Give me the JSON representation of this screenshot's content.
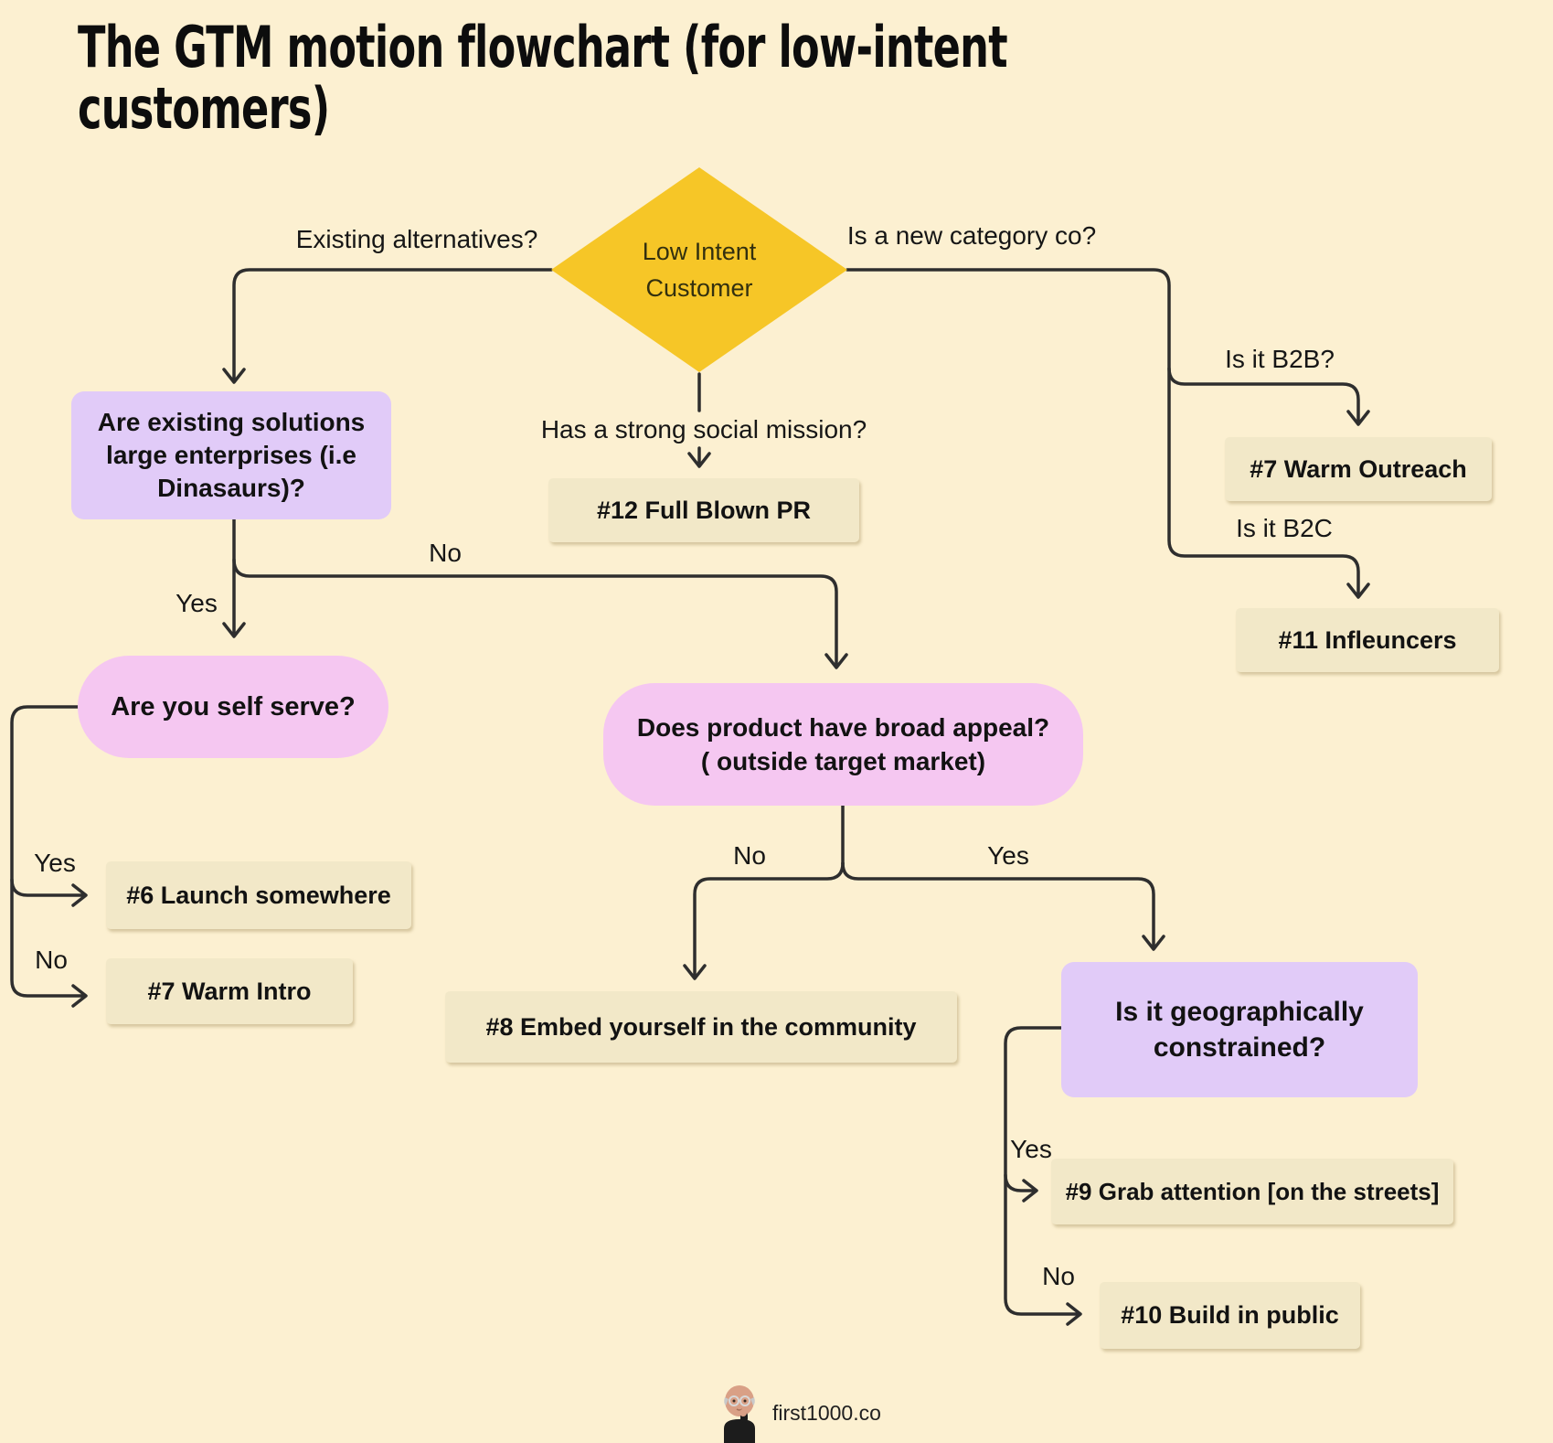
{
  "title_lines": [
    "The GTM motion flowchart (for low-intent",
    "customers)"
  ],
  "colors": {
    "background": "#FCF0D1",
    "diamond_yellow": "#F6C627",
    "question_purple": "#E1CBF8",
    "question_pink": "#F5C7F1",
    "action_tan": "#F2E8C8",
    "line": "#2E2E2E"
  },
  "flowchart": {
    "start_node": {
      "lines": [
        "Low Intent",
        "Customer"
      ]
    },
    "nodes": {
      "q_enterprises": {
        "lines": [
          "Are existing solutions",
          "large enterprises (i.e",
          "Dinasaurs)?"
        ]
      },
      "pr12": {
        "label": "#12 Full Blown PR"
      },
      "warm_outreach7": {
        "label": "#7 Warm Outreach"
      },
      "influencers11": {
        "label": "#11 Infleuncers"
      },
      "q_self_serve": {
        "label": "Are you self serve?"
      },
      "q_broad_appeal": {
        "lines": [
          "Does product have broad appeal?",
          "( outside target market)"
        ]
      },
      "launch6": {
        "label": "#6 Launch somewhere"
      },
      "warm_intro7": {
        "label": "#7 Warm Intro"
      },
      "embed8": {
        "label": "#8 Embed yourself in the community"
      },
      "q_geo": {
        "lines": [
          "Is it geographically",
          "constrained?"
        ]
      },
      "grab9": {
        "label": "#9 Grab attention [on the streets]"
      },
      "build10": {
        "label": "#10 Build in public"
      }
    },
    "edge_labels": {
      "existing_alternatives": "Existing alternatives?",
      "new_category": "Is a new category co?",
      "social_mission": "Has a strong social mission?",
      "is_b2b": "Is it B2B?",
      "is_b2c": "Is it B2C",
      "enterprises_yes": "Yes",
      "enterprises_no": "No",
      "self_serve_yes": "Yes",
      "self_serve_no": "No",
      "broad_no": "No",
      "broad_yes": "Yes",
      "geo_yes": "Yes",
      "geo_no": "No"
    }
  },
  "footer": {
    "brand": "first1000.co",
    "avatar_icon": "thinking-person-avatar"
  }
}
